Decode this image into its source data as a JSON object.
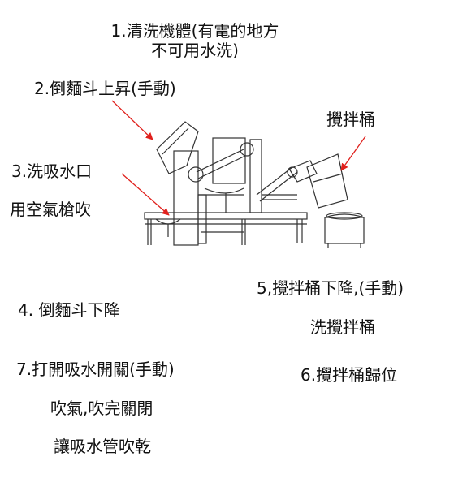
{
  "steps": {
    "s1_line1": "1.清洗機體(有電的地方",
    "s1_line2": "不可用水洗)",
    "s2": "2.倒麵斗上昇(手動)",
    "s3_line1": "3.洗吸水口",
    "s3_line2": "用空氣槍吹",
    "s4": "4. 倒麵斗下降",
    "s5_line1": "5,攪拌桶下降,(手動)",
    "s5_line2": "洗攪拌桶",
    "s6": "6.攪拌桶歸位",
    "s7_line1": "7.打開吸水開關(手動)",
    "s7_line2": "吹氣,吹完關閉",
    "s7_line3": "讓吸水管吹乾"
  },
  "component_label": "攪拌桶",
  "colors": {
    "text": "#111111",
    "arrow": "#e0201c",
    "lines": "#333333"
  }
}
